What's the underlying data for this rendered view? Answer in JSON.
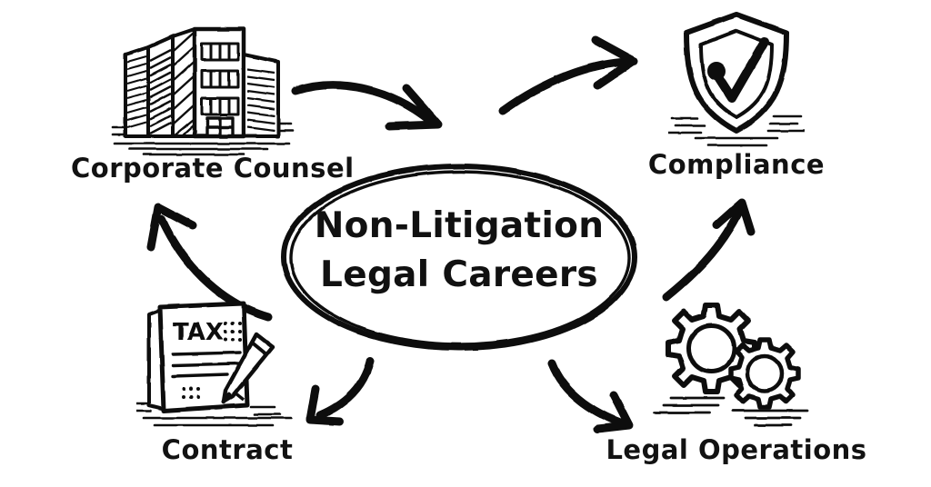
{
  "diagram": {
    "title": "Non-Litigation Legal Careers",
    "style": "hand-drawn whiteboard sketch, black ink on white",
    "background_color": "#ffffff",
    "ink_color": "#111111",
    "center": {
      "shape": "ellipse",
      "line1": "Non-Litigation",
      "line2": "Legal Careers"
    },
    "nodes": [
      {
        "id": "corporate-counsel",
        "label": "Corporate Counsel",
        "icon": "office-buildings-icon",
        "position": "top-left"
      },
      {
        "id": "compliance",
        "label": "Compliance",
        "icon": "shield-check-icon",
        "position": "top-right"
      },
      {
        "id": "contract",
        "label": "Contract",
        "icon": "tax-document-pen-icon",
        "position": "bottom-left",
        "document_text": "TAX"
      },
      {
        "id": "legal-operations",
        "label": "Legal Operations",
        "icon": "gears-icon",
        "position": "bottom-right"
      }
    ],
    "arrows": [
      {
        "id": "arrow-corporate-to-center",
        "from": "corporate-counsel",
        "to": "center",
        "direction": "down-right"
      },
      {
        "id": "arrow-center-to-compliance-top",
        "from": "center",
        "to": "compliance",
        "direction": "up-right"
      },
      {
        "id": "arrow-center-to-corporate",
        "from": "center",
        "to": "corporate-counsel",
        "direction": "up-left"
      },
      {
        "id": "arrow-legalops-to-compliance",
        "from": "legal-operations",
        "to": "compliance",
        "direction": "up-right"
      },
      {
        "id": "arrow-center-to-contract",
        "from": "center",
        "to": "contract",
        "direction": "down-left"
      },
      {
        "id": "arrow-center-to-legalops",
        "from": "center",
        "to": "legal-operations",
        "direction": "down-right"
      }
    ]
  }
}
